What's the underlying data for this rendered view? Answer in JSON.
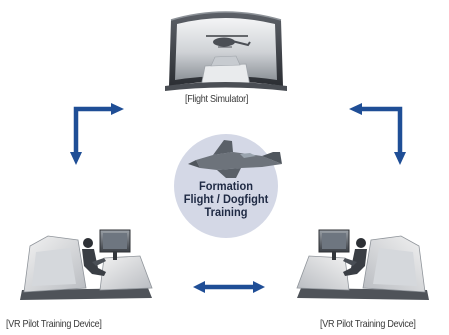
{
  "diagram": {
    "center": {
      "lines": [
        "Formation",
        "Flight / Dogfight",
        "Training"
      ]
    },
    "nodes": {
      "top": {
        "caption": "[Flight Simulator]"
      },
      "bottom_left": {
        "caption": "[VR Pilot Training Device]"
      },
      "bottom_right": {
        "caption": "[VR Pilot Training Device]"
      }
    },
    "colors": {
      "arrow": "#1f4e96",
      "center_circle": "#d4d8e6",
      "caption_text": "#3a3a3a",
      "center_text": "#1f2a44"
    }
  }
}
